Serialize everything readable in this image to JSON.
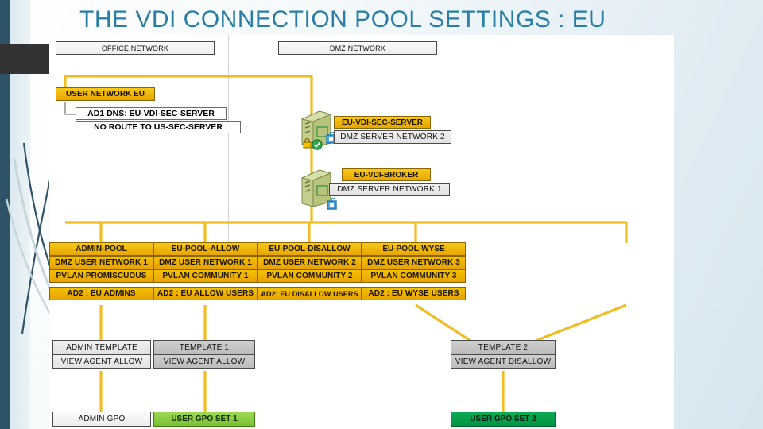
{
  "slide": {
    "title": "THE VDI CONNECTION POOL SETTINGS : EU",
    "accent_color": "#2a7ea3",
    "amber_color": "#e8a200",
    "green_light_color": "#79c133",
    "green_dark_color": "#009444",
    "wire_color": "#f0bd21"
  },
  "network_headers": {
    "office": "OFFICE NETWORK",
    "dmz": "DMZ NETWORK"
  },
  "user_network": {
    "title": "USER NETWORK EU",
    "notes": [
      "AD1 DNS: EU-VDI-SEC-SERVER",
      "NO ROUTE TO US-SEC-SERVER"
    ]
  },
  "servers": [
    {
      "name": "EU-VDI-SEC-SERVER",
      "network": "DMZ SERVER NETWORK 2",
      "icon": "server-icon",
      "badges": [
        "lock-icon",
        "check-icon",
        "network-plug-icon"
      ]
    },
    {
      "name": "EU-VDI-BROKER",
      "network": "DMZ SERVER NETWORK 1",
      "icon": "server-icon",
      "badges": [
        "network-plug-icon"
      ]
    }
  ],
  "pools": [
    {
      "name": "ADMIN-POOL",
      "network": "DMZ USER NETWORK 1",
      "pvlan": "PVLAN PROMISCUOUS",
      "ad_group": "AD2 : EU ADMINS"
    },
    {
      "name": "EU-POOL-ALLOW",
      "network": "DMZ USER NETWORK 1",
      "pvlan": "PVLAN COMMUNITY 1",
      "ad_group": "AD2 : EU ALLOW USERS"
    },
    {
      "name": "EU-POOL-DISALLOW",
      "network": "DMZ USER NETWORK 2",
      "pvlan": "PVLAN COMMUNITY 2",
      "ad_group": "AD2: EU DISALLOW USERS"
    },
    {
      "name": "EU-POOL-WYSE",
      "network": "DMZ USER NETWORK 3",
      "pvlan": "PVLAN COMMUNITY 3",
      "ad_group": "AD2 : EU WYSE USERS"
    }
  ],
  "templates": [
    {
      "name": "ADMIN TEMPLATE",
      "agent": "VIEW AGENT ALLOW"
    },
    {
      "name": "TEMPLATE 1",
      "agent": "VIEW AGENT ALLOW"
    },
    {
      "name": "TEMPLATE 2",
      "agent": "VIEW AGENT DISALLOW"
    }
  ],
  "gpos": [
    {
      "label": "ADMIN GPO",
      "style": "gray"
    },
    {
      "label": "USER GPO SET 1",
      "style": "green-light"
    },
    {
      "label": "USER GPO SET 2",
      "style": "green-dark"
    }
  ]
}
